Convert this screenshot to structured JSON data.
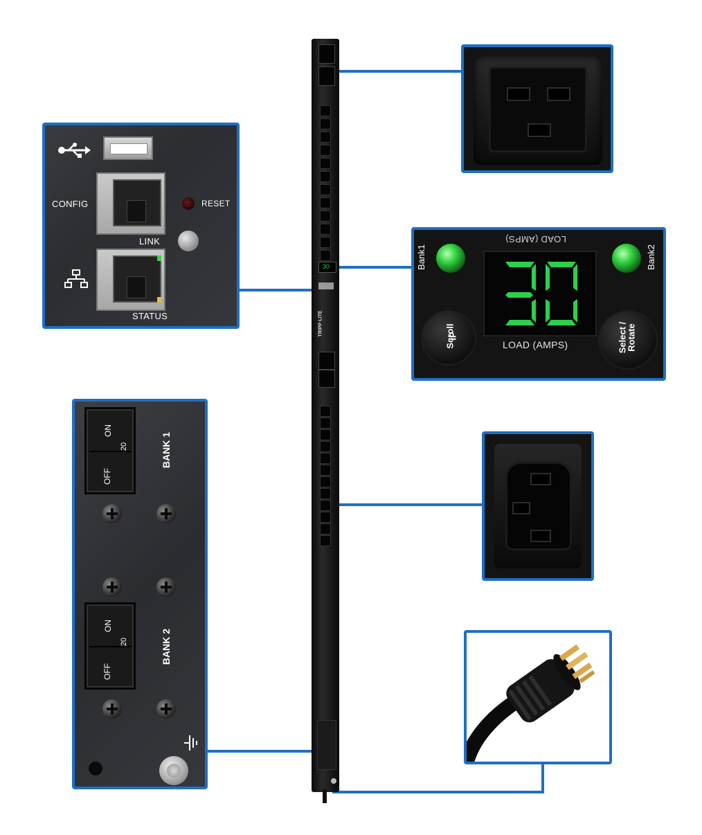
{
  "network_panel": {
    "config_label": "CONFIG",
    "reset_label": "RESET",
    "link_label": "LINK",
    "status_label": "STATUS",
    "usb_icon": "usb-icon",
    "network_icon": "network-icon"
  },
  "display_panel": {
    "bank1_label": "Bank1",
    "bank2_label": "Bank2",
    "top_label": "LOAD (AMPS)",
    "bottom_label": "LOAD (AMPS)",
    "readout": "30",
    "scroll_label_1": "Scroll",
    "scroll_label_2": "IP",
    "select_label_1": "Select /",
    "select_label_2": "Rotate",
    "led_color": "#2fd03f"
  },
  "breaker_panel": {
    "bank1": {
      "label": "BANK 1",
      "on_label": "ON",
      "off_label": "OFF",
      "rating": "20"
    },
    "bank2": {
      "label": "BANK 2",
      "on_label": "ON",
      "off_label": "OFF",
      "rating": "20"
    }
  },
  "pdu": {
    "brand": "TRIPP·LITE",
    "mini_readout": "30"
  },
  "colors": {
    "callout_blue": "#1f6fc4",
    "segment_green": "#29d24a"
  }
}
